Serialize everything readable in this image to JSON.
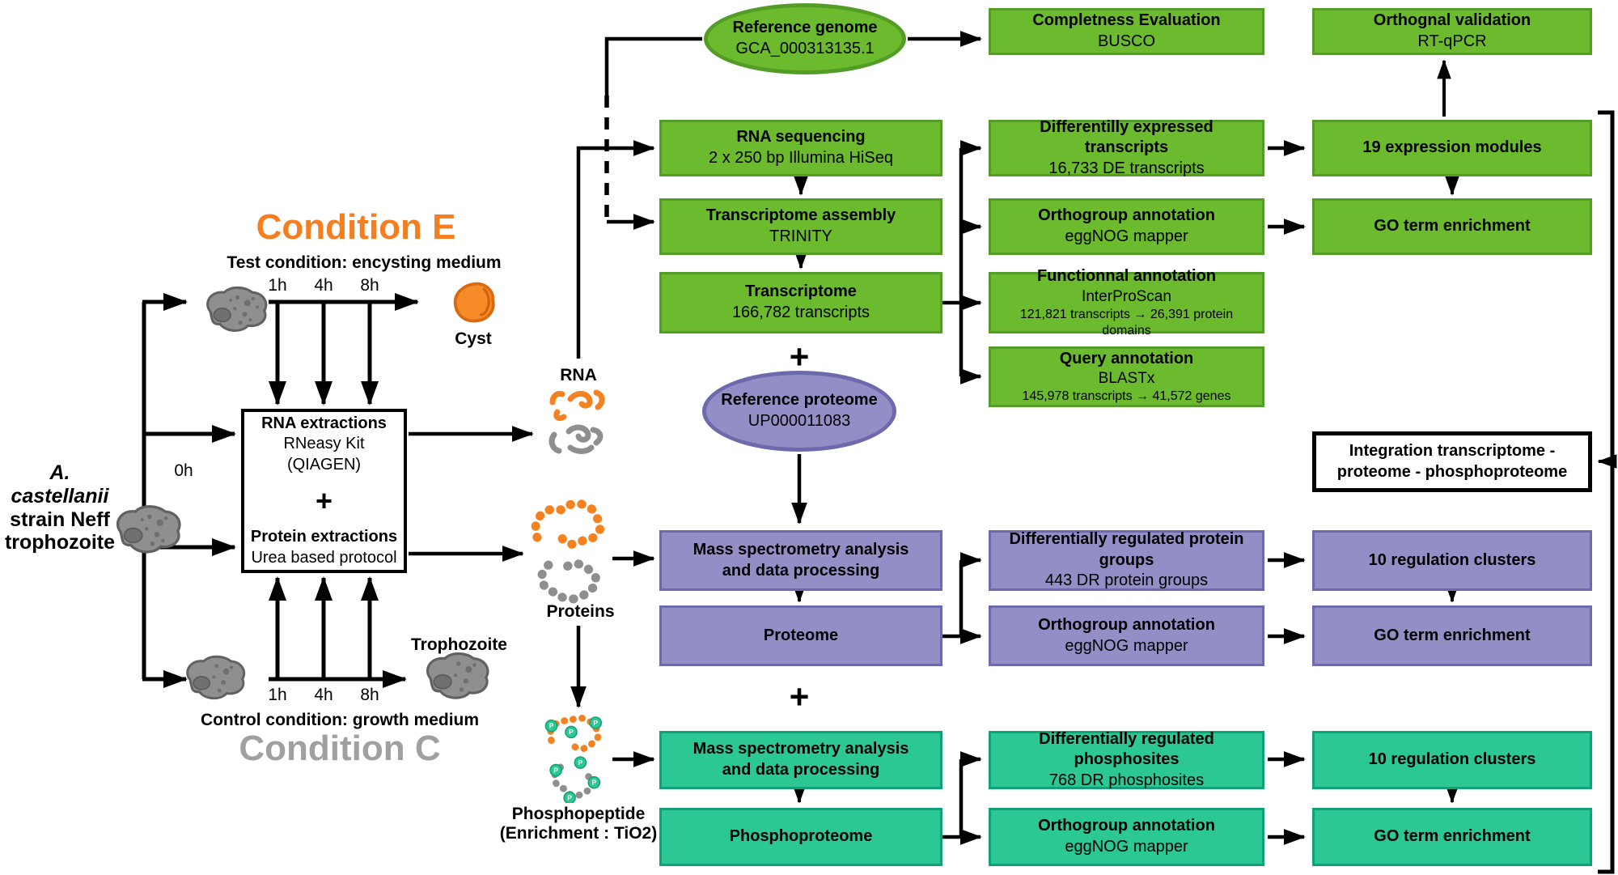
{
  "colors": {
    "green_fill": "#6cbb2f",
    "green_border": "#539c26",
    "purple_fill": "#938fc6",
    "purple_border": "#6d69ac",
    "teal_fill": "#2bc795",
    "teal_border": "#10a277",
    "orange_accent": "#f57f20",
    "gray_heading": "#a0a0a0"
  },
  "left_panel": {
    "condition_e": {
      "title": "Condition E",
      "subtitle": "Test condition: encysting medium",
      "timepoints": [
        "1h",
        "4h",
        "8h"
      ],
      "result": "Cyst"
    },
    "condition_c": {
      "title": "Condition C",
      "subtitle": "Control condition: growth medium",
      "timepoints": [
        "1h",
        "4h",
        "8h"
      ],
      "result": "Trophozoite"
    },
    "organism": {
      "name": "A. castellanii",
      "strain": "strain Neff",
      "stage": "trophozoite",
      "time_zero": "0h"
    },
    "extraction": {
      "rna_title": "RNA extractions",
      "rna_method": "RNeasy Kit (QIAGEN)",
      "plus": "+",
      "protein_title": "Protein extractions",
      "protein_method": "Urea based protocol"
    },
    "samples": {
      "rna": "RNA",
      "proteins": "Proteins",
      "phospho_line1": "Phosphopeptide",
      "phospho_line2": "(Enrichment : TiO2)"
    }
  },
  "transcriptomics": {
    "reference_genome": {
      "title": "Reference genome",
      "subtitle": "GCA_000313135.1"
    },
    "completeness": {
      "title": "Completness Evaluation",
      "subtitle": "BUSCO"
    },
    "orthogonal_validation": {
      "title": "Orthognal validation",
      "subtitle": "RT-qPCR"
    },
    "rna_sequencing": {
      "title": "RNA sequencing",
      "subtitle": "2 x 250 bp Illumina HiSeq"
    },
    "assembly": {
      "title": "Transcriptome assembly",
      "subtitle": "TRINITY"
    },
    "transcriptome": {
      "title": "Transcriptome",
      "subtitle": "166,782 transcripts"
    },
    "de_transcripts": {
      "title": "Differentilly expressed transcripts",
      "subtitle": "16,733 DE transcripts"
    },
    "orthogroup": {
      "title": "Orthogroup annotation",
      "subtitle": "eggNOG mapper"
    },
    "functional": {
      "title": "Functionnal annotation",
      "subtitle": "InterProScan",
      "detail": "121,821 transcripts → 26,391 protein domains"
    },
    "query": {
      "title": "Query annotation",
      "subtitle": "BLASTx",
      "detail": "145,978 transcripts → 41,572 genes"
    },
    "modules": {
      "title": "19 expression modules"
    },
    "go_enrichment": {
      "title": "GO term enrichment"
    }
  },
  "proteomics": {
    "reference_proteome": {
      "title": "Reference proteome",
      "subtitle": "UP000011083"
    },
    "mass_spec": {
      "title": "Mass spectrometry analysis",
      "subtitle": "and data processing"
    },
    "proteome": {
      "title": "Proteome"
    },
    "dr_protein_groups": {
      "title": "Differentially regulated protein groups",
      "subtitle": "443 DR protein groups"
    },
    "orthogroup": {
      "title": "Orthogroup annotation",
      "subtitle": "eggNOG mapper"
    },
    "clusters": {
      "title": "10 regulation clusters"
    },
    "go_enrichment": {
      "title": "GO term enrichment"
    }
  },
  "phosphoproteomics": {
    "mass_spec": {
      "title": "Mass spectrometry analysis",
      "subtitle": "and data processing"
    },
    "phosphoproteome": {
      "title": "Phosphoproteome"
    },
    "dr_phosphosites": {
      "title": "Differentially regulated phosphosites",
      "subtitle": "768 DR phosphosites"
    },
    "orthogroup": {
      "title": "Orthogroup annotation",
      "subtitle": "eggNOG mapper"
    },
    "clusters": {
      "title": "10 regulation clusters"
    },
    "go_enrichment": {
      "title": "GO term enrichment"
    }
  },
  "integration": {
    "line1": "Integration transcriptome -",
    "line2": "proteome - phosphoproteome"
  },
  "plus_signs": {
    "extraction": "+",
    "proteome": "+",
    "phospho": "+"
  }
}
